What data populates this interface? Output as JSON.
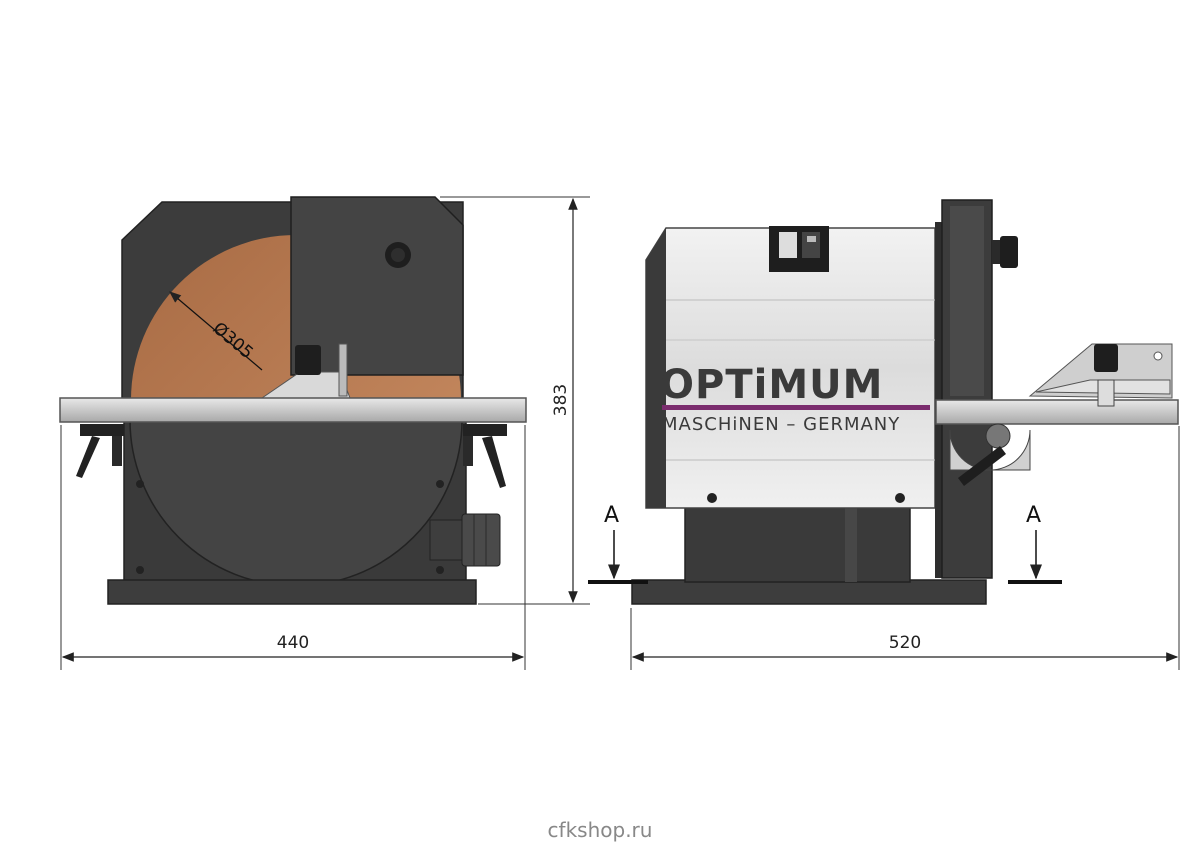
{
  "dimensions": {
    "width_front": "440",
    "height": "383",
    "width_side": "520",
    "disc_diameter": "Ø305"
  },
  "section_labels": {
    "left": "A",
    "right": "A"
  },
  "brand": {
    "name": "OPTiMUM",
    "tagline": "MASCHiNEN – GERMANY",
    "accent_color": "#7b2d6e"
  },
  "colors": {
    "body_dark": "#3e3e3e",
    "disc": "#b97a52",
    "table": "#c9c9c9",
    "housing_light": "#e6e6e6"
  },
  "footer": {
    "watermark": "cfkshop.ru"
  }
}
